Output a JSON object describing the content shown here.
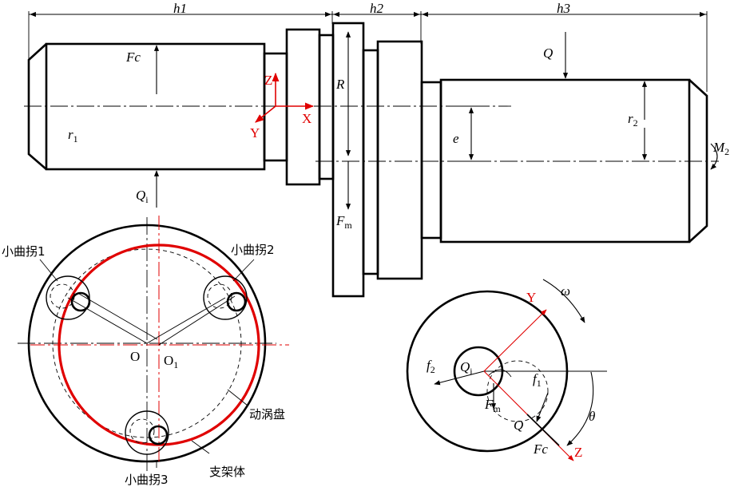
{
  "dims": {
    "h1": "h1",
    "h2": "h2",
    "h3": "h3"
  },
  "forces": {
    "Fc_top": "Fc",
    "Q_top": "Q",
    "Qi_top": "Q",
    "Qi_sub": "i",
    "Fm_main": "F",
    "Fm_sub": "m",
    "R": "R",
    "e": "e",
    "r1": "r",
    "r1_sub": "1",
    "r2": "r",
    "r2_sub": "2",
    "M2": "M",
    "M2_sub": "2"
  },
  "axes": {
    "Z": "Z",
    "X": "X",
    "Y": "Y"
  },
  "cross_section": {
    "crank1": "小曲拐1",
    "crank2": "小曲拐2",
    "crank3": "小曲拐3",
    "orbiting": "动涡盘",
    "frame": "支架体",
    "O": "O",
    "O1": "O",
    "O1_sub": "1"
  },
  "detail": {
    "Y": "Y",
    "Z": "Z",
    "omega": "ω",
    "theta": "θ",
    "f2": "f",
    "f2_sub": "2",
    "f1": "f",
    "f1_sub": "1",
    "Qi": "Q",
    "Qi_sub": "i",
    "Fm": "F",
    "Fm_sub": "m",
    "Q": "Q",
    "Fc": "Fc"
  },
  "colors": {
    "line": "#000000",
    "highlight": "#e00000"
  }
}
